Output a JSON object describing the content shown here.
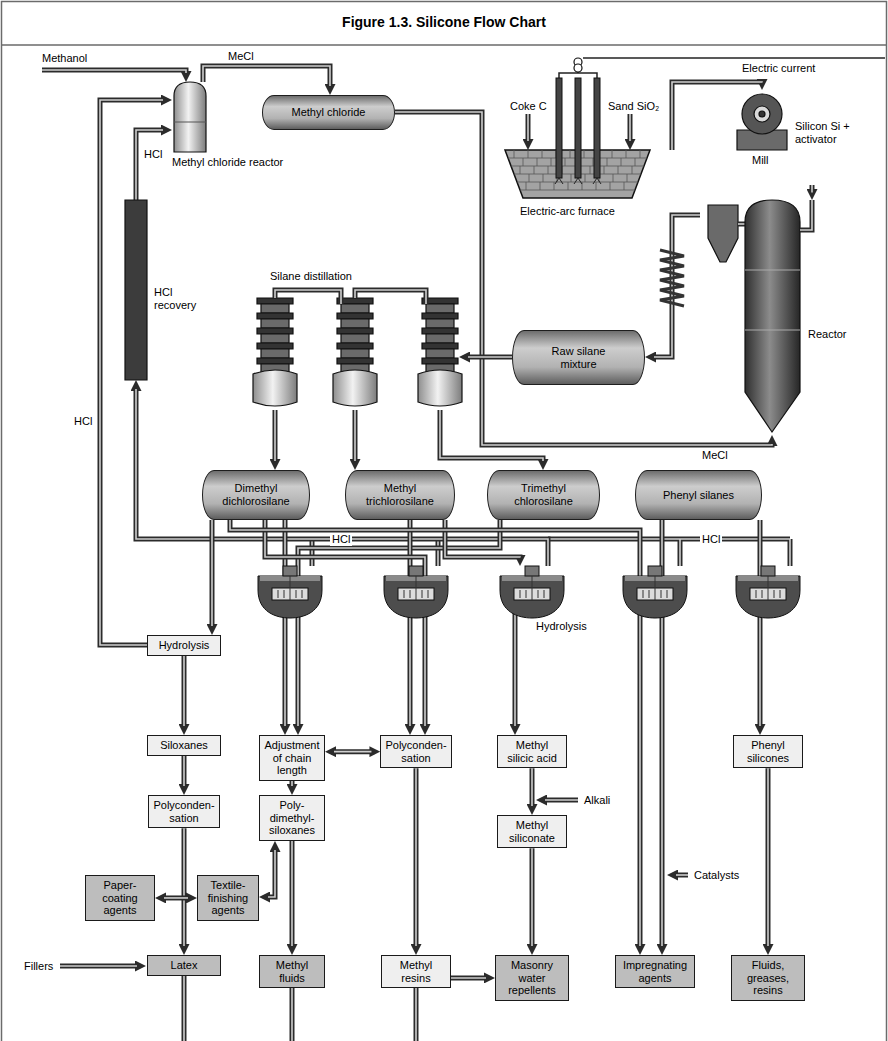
{
  "diagram": {
    "title": "Figure 1.3. Silicone Flow Chart",
    "nodes": [
      {
        "text": [
          "Methyl chloride reactor"
        ]
      },
      {
        "text": [
          "Methyl chloride"
        ]
      },
      {
        "text": [
          "Electric-arc furnace"
        ]
      },
      {
        "text": [
          "Mill",
          "Silicon Si + activator"
        ]
      },
      {
        "text": [
          "Reactor"
        ]
      },
      {
        "text": [
          "HCl recovery"
        ]
      },
      {
        "text": [
          "Silane distillation"
        ]
      },
      {
        "text": [
          "Raw silane mixture"
        ]
      },
      {
        "text": [
          "Dimethyl dichlorosilane"
        ]
      },
      {
        "text": [
          "Methyl trichlorosilane"
        ]
      },
      {
        "text": [
          "Trimethyl chlorosilane"
        ]
      },
      {
        "text": [
          "Phenyl silanes"
        ]
      },
      {
        "text": [
          "Hydrolysis"
        ]
      },
      {
        "text": [
          "Hydrolysis"
        ]
      },
      {
        "text": [
          "Siloxanes"
        ]
      },
      {
        "text": [
          "Adjustment of chain length"
        ]
      },
      {
        "text": [
          "Polyconden- sation"
        ]
      },
      {
        "text": [
          "Methyl silicic acid"
        ]
      },
      {
        "text": [
          "Phenyl silicones"
        ]
      },
      {
        "text": [
          "Polyconden- sation"
        ]
      },
      {
        "text": [
          "Poly- dimethyl- siloxanes"
        ]
      },
      {
        "text": [
          "Methyl siliconate"
        ]
      },
      {
        "text": [
          "Paper- coating agents"
        ]
      },
      {
        "text": [
          "Textile- finishing agents"
        ]
      },
      {
        "text": [
          "Latex"
        ]
      },
      {
        "text": [
          "Methyl fluids"
        ]
      },
      {
        "text": [
          "Methyl resins"
        ]
      },
      {
        "text": [
          "Masonry water repellents"
        ]
      },
      {
        "text": [
          "Impregnating agents"
        ]
      },
      {
        "text": [
          "Fluids, greases, resins"
        ]
      }
    ],
    "edges": [
      {
        "from": 0,
        "to": 1,
        "arrow": "to",
        "label": "MeCl"
      },
      {
        "from": 1,
        "to": 4,
        "arrow": "to",
        "label": "MeCl"
      },
      {
        "from": 2,
        "to": 3,
        "arrow": "to"
      },
      {
        "from": 3,
        "to": 4,
        "arrow": "to"
      },
      {
        "from": 4,
        "to": 7,
        "arrow": "to"
      },
      {
        "from": 7,
        "to": 6,
        "arrow": "to"
      },
      {
        "from": 6,
        "to": 8,
        "arrow": "to"
      },
      {
        "from": 6,
        "to": 9,
        "arrow": "to"
      },
      {
        "from": 6,
        "to": 10,
        "arrow": "to"
      },
      {
        "from": 5,
        "to": 0,
        "arrow": "to",
        "label": "HCl"
      },
      {
        "from": 12,
        "to": 0,
        "arrow": "to",
        "label": "HCl"
      },
      {
        "from": 13,
        "to": 5,
        "arrow": "to",
        "label": "HCl"
      },
      {
        "from": 8,
        "to": 12,
        "arrow": "to"
      },
      {
        "from": 8,
        "to": 15,
        "arrow": "to"
      },
      {
        "from": 10,
        "to": 15,
        "arrow": "to"
      },
      {
        "from": 9,
        "to": 16,
        "arrow": "to"
      },
      {
        "from": 8,
        "to": 16,
        "arrow": "to"
      },
      {
        "from": 9,
        "to": 13,
        "arrow": "to"
      },
      {
        "from": 13,
        "to": 17,
        "arrow": "to"
      },
      {
        "from": 8,
        "to": 28,
        "arrow": "to"
      },
      {
        "from": 11,
        "to": 28,
        "arrow": "to"
      },
      {
        "from": 11,
        "to": 18,
        "arrow": "to"
      },
      {
        "from": 12,
        "to": 14,
        "arrow": "to"
      },
      {
        "from": 14,
        "to": 19,
        "arrow": "to"
      },
      {
        "from": 19,
        "to": 24,
        "arrow": "to"
      },
      {
        "from": 15,
        "to": 20,
        "arrow": "to"
      },
      {
        "from": 20,
        "to": 25,
        "arrow": "to"
      },
      {
        "from": 15,
        "to": 16,
        "arrow": "both"
      },
      {
        "from": 16,
        "to": 26,
        "arrow": "to"
      },
      {
        "from": 26,
        "to": 27,
        "arrow": "to"
      },
      {
        "from": 17,
        "to": 21,
        "arrow": "to"
      },
      {
        "from": 21,
        "to": 27,
        "arrow": "to"
      },
      {
        "from": 18,
        "to": 29,
        "arrow": "to"
      },
      {
        "from": 22,
        "to": 23,
        "arrow": "both"
      },
      {
        "from": 23,
        "to": 20,
        "arrow": "both"
      }
    ],
    "labels": [
      "Methanol",
      "Electric current",
      "Coke C",
      "Sand SiO₂",
      "HCl",
      "Alkali",
      "Catalysts",
      "Fillers"
    ]
  }
}
